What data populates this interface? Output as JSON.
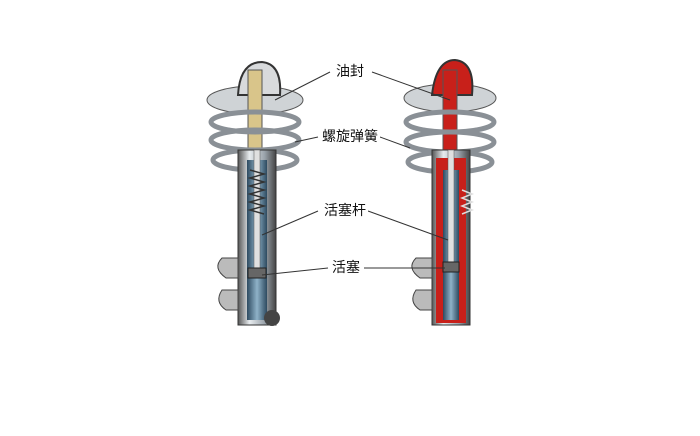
{
  "labels": {
    "oil_seal": "油封",
    "coil_spring": "螺旋弹簧",
    "piston_rod": "活塞杆",
    "piston": "活塞"
  },
  "colors": {
    "metal": "#b8bcc0",
    "dark": "#3a3f45",
    "oil_red": "#c8201a",
    "tube_blue": "#7fa0b8"
  }
}
